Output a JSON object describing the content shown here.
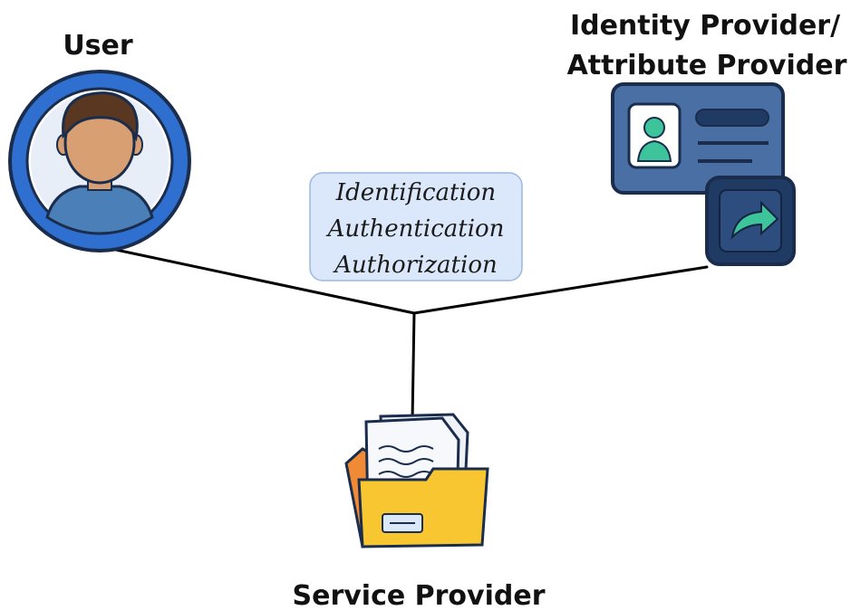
{
  "diagram": {
    "nodes": {
      "user": {
        "label": "User",
        "icon": "user-avatar-icon"
      },
      "idp": {
        "label_line1": "Identity Provider/",
        "label_line2": "Attribute Provider",
        "icon": "id-card-icon"
      },
      "sp": {
        "label": "Service Provider",
        "icon": "folder-document-icon"
      }
    },
    "edge_label": {
      "line1": "Identification",
      "line2": "Authentication",
      "line3": "Authorization"
    },
    "colors": {
      "line": "#000000",
      "label_box_fill": "#dbe8fb",
      "label_box_stroke": "#9bb7e0",
      "user_ring": "#2f6fd0",
      "user_inner": "#1b3866",
      "skin": "#d8a072",
      "hair": "#5a3720",
      "shirt": "#4a7fb8",
      "idp_card": "#4a6fa5",
      "idp_card_dark": "#1f3a63",
      "idp_accent": "#3ec49a",
      "folder_yellow": "#f7c630",
      "folder_orange": "#f08a34",
      "paper": "#eef2f7"
    }
  }
}
